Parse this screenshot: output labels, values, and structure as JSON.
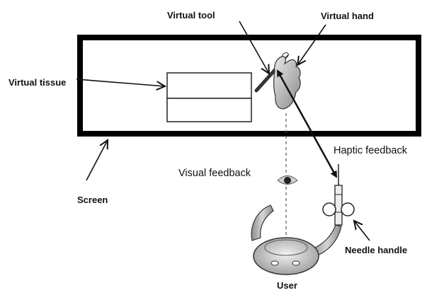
{
  "labels": {
    "virtual_tool": "Virtual tool",
    "virtual_hand": "Virtual hand",
    "virtual_tissue": "Virtual tissue",
    "haptic_feedback": "Haptic feedback",
    "visual_feedback": "Visual feedback",
    "screen": "Screen",
    "needle_handle": "Needle handle",
    "user": "User"
  }
}
